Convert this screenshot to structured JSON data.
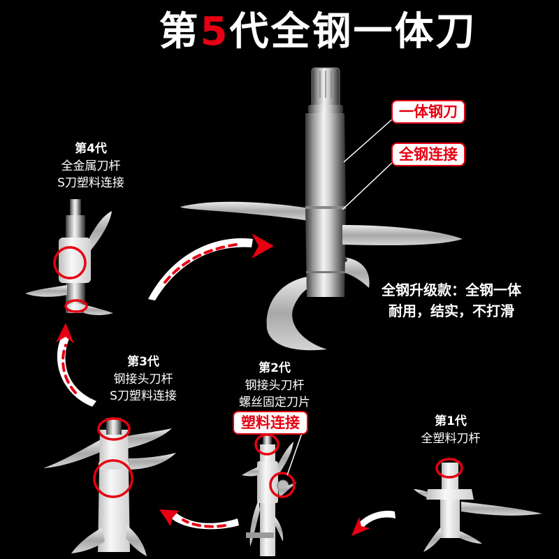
{
  "title": {
    "prefix": "第",
    "number": "5",
    "suffix": "代全钢一体刀"
  },
  "callouts": {
    "integral_blade": "一体钢刀",
    "steel_connection": "全钢连接",
    "plastic_connection": "塑料连接"
  },
  "upgrade_note": {
    "line1": "全钢升级款：全钢一体",
    "line2": "耐用，结实，不打滑"
  },
  "generations": [
    {
      "label": "第4代",
      "lines": [
        "全金属刀杆",
        "S刀塑料连接"
      ]
    },
    {
      "label": "第3代",
      "lines": [
        "钢接头刀杆",
        "S刀塑料连接"
      ]
    },
    {
      "label": "第2代",
      "lines": [
        "钢接头刀杆",
        "螺丝固定刀片"
      ]
    },
    {
      "label": "第1代",
      "lines": [
        "全塑料刀杆"
      ]
    }
  ],
  "colors": {
    "background": "#000000",
    "accent": "#e60012",
    "text": "#ffffff"
  },
  "icons": [
    "blade-assembly-icon",
    "curved-arrow-icon",
    "highlight-circle-icon"
  ]
}
